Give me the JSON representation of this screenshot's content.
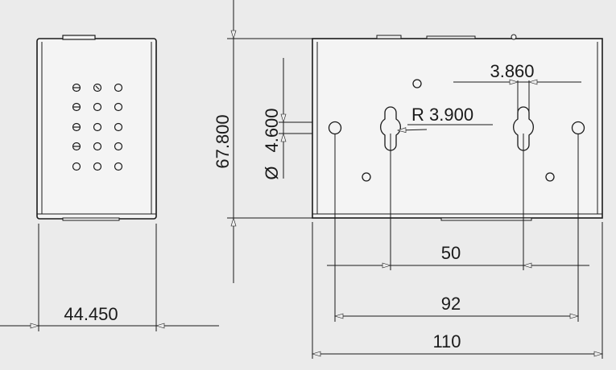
{
  "dimensions": {
    "side_width": "44.450",
    "height": "67.800",
    "hole_diameter": "4.600",
    "hole_diameter_symbol": "Ø",
    "keyhole_radius": "R 3.900",
    "keyhole_slot_width": "3.860",
    "keyhole_spacing": "50",
    "outer_hole_spacing": "92",
    "overall_length": "110"
  },
  "colors": {
    "background": "#ebebeb",
    "line": "#1a1a1a",
    "part_fill": "#f4f4f4"
  }
}
